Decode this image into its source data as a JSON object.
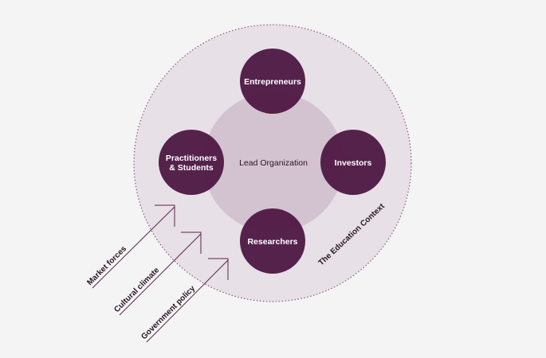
{
  "diagram": {
    "context_label": "The Education Context",
    "lead_label": "Lead Organization",
    "nodes": {
      "entrepreneurs": "Entrepreneurs",
      "investors": "Investors",
      "researchers": "Researchers",
      "practitioners_line1": "Practitioners",
      "practitioners_line2": "& Students"
    },
    "forces": {
      "market": "Market forces",
      "cultural": "Cultural climate",
      "government": "Government policy"
    },
    "colors": {
      "background": "#f4f4f4",
      "context_fill": "#e7e0e6",
      "context_border": "#8a5a80",
      "lead_fill": "#d3c3d0",
      "node_fill": "#4f1a45",
      "arrow_stroke": "#5a2450"
    }
  }
}
